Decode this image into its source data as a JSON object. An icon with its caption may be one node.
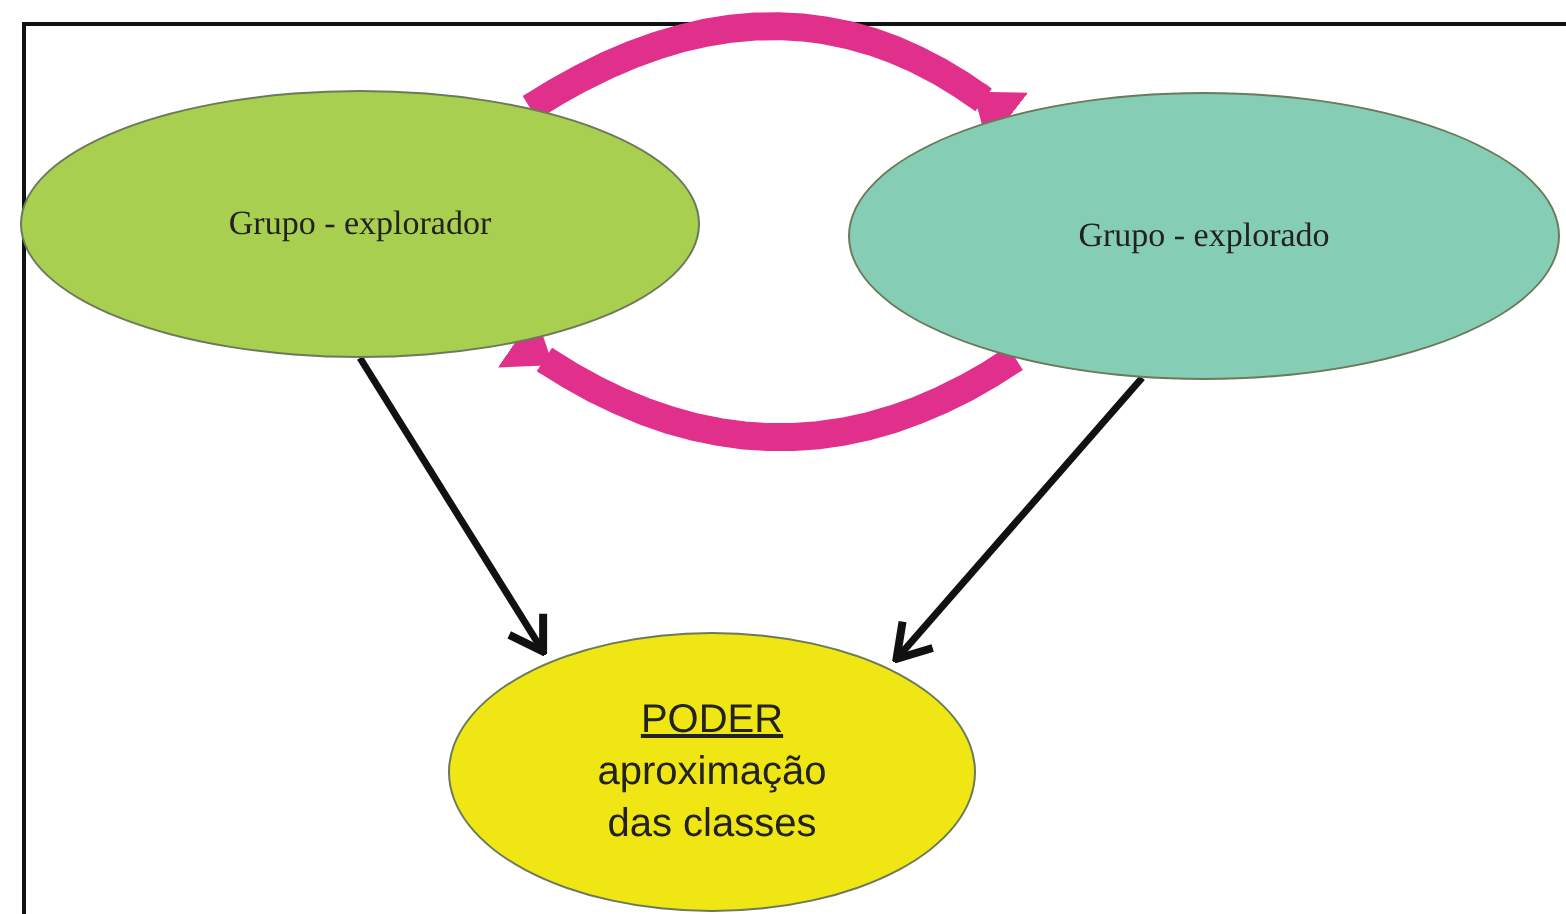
{
  "diagram": {
    "nodes": [
      {
        "text": [
          "Grupo - explorador"
        ]
      },
      {
        "text": [
          "Grupo - explorado"
        ]
      },
      {
        "text": [
          "PODER",
          "aproximação das classes"
        ]
      }
    ],
    "edges": [
      {
        "from": 0,
        "to": 2,
        "arrow": "to"
      },
      {
        "from": 1,
        "to": 2,
        "arrow": "to"
      },
      {
        "from": 0,
        "to": 1,
        "arrow": "to",
        "style": "thick",
        "color": "#e0308c"
      },
      {
        "from": 1,
        "to": 0,
        "arrow": "to",
        "style": "thick",
        "color": "#e0308c"
      }
    ]
  }
}
